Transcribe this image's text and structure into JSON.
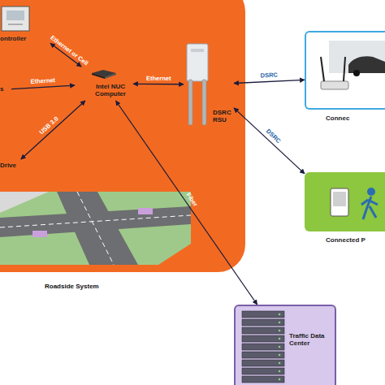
{
  "diagram": {
    "nodes": [
      {
        "text": [
          "Roadside System"
        ]
      },
      {
        "text": [
          "ontroller"
        ],
        "in": 0
      },
      {
        "text": [
          "s"
        ],
        "in": 0
      },
      {
        "text": [
          "Drive"
        ],
        "in": 0
      },
      {
        "text": [
          "Intel NUC Computer"
        ],
        "in": 0
      },
      {
        "text": [
          "DSRC RSU"
        ],
        "in": 0
      },
      {
        "text": [
          "Connec"
        ]
      },
      {
        "text": [
          "Connected P"
        ]
      },
      {
        "text": [
          "Traffic Data Center"
        ]
      }
    ],
    "edges": [
      {
        "from": 4,
        "to": 1,
        "label": "Ethernet or Cell",
        "arrow": "both"
      },
      {
        "from": 2,
        "to": 4,
        "label": "Ethernet",
        "arrow": "to"
      },
      {
        "from": 3,
        "to": 4,
        "label": "USB 3.0",
        "arrow": "both"
      },
      {
        "from": 4,
        "to": 5,
        "label": "Ethernet",
        "arrow": "both"
      },
      {
        "from": 5,
        "to": 6,
        "label": "DSRC",
        "arrow": "both"
      },
      {
        "from": 5,
        "to": 7,
        "label": "DSRC",
        "arrow": "both"
      },
      {
        "from": 4,
        "to": 8,
        "label": "Fiber",
        "arrow": "both"
      }
    ]
  }
}
